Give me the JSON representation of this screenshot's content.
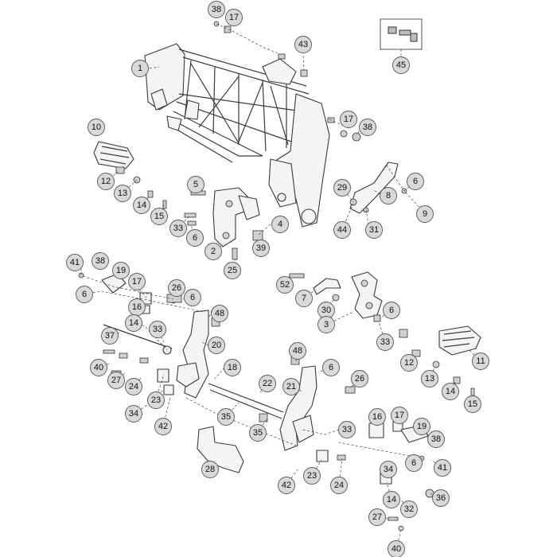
{
  "callouts": [
    {
      "id": "c1",
      "label": "1"
    },
    {
      "id": "c38a",
      "label": "38"
    },
    {
      "id": "c17a",
      "label": "17"
    },
    {
      "id": "c43",
      "label": "43"
    },
    {
      "id": "c45",
      "label": "45"
    },
    {
      "id": "c10a",
      "label": "10"
    },
    {
      "id": "c17b",
      "label": "17"
    },
    {
      "id": "c38b",
      "label": "38"
    },
    {
      "id": "c12a",
      "label": "12"
    },
    {
      "id": "c13a",
      "label": "13"
    },
    {
      "id": "c14a",
      "label": "14"
    },
    {
      "id": "c15a",
      "label": "15"
    },
    {
      "id": "c5",
      "label": "5"
    },
    {
      "id": "c33a",
      "label": "33"
    },
    {
      "id": "c6a",
      "label": "6"
    },
    {
      "id": "c4",
      "label": "4"
    },
    {
      "id": "c2",
      "label": "2"
    },
    {
      "id": "c39",
      "label": "39"
    },
    {
      "id": "c25",
      "label": "25"
    },
    {
      "id": "c29",
      "label": "29"
    },
    {
      "id": "c6b",
      "label": "6"
    },
    {
      "id": "c8",
      "label": "8"
    },
    {
      "id": "c9",
      "label": "9"
    },
    {
      "id": "c44",
      "label": "44"
    },
    {
      "id": "c31",
      "label": "31"
    },
    {
      "id": "c41a",
      "label": "41"
    },
    {
      "id": "c38c",
      "label": "38"
    },
    {
      "id": "c19a",
      "label": "19"
    },
    {
      "id": "c17c",
      "label": "17"
    },
    {
      "id": "c6c",
      "label": "6"
    },
    {
      "id": "c16a",
      "label": "16"
    },
    {
      "id": "c26a",
      "label": "26"
    },
    {
      "id": "c6d",
      "label": "6"
    },
    {
      "id": "c48a",
      "label": "48"
    },
    {
      "id": "c14b",
      "label": "14"
    },
    {
      "id": "c33b",
      "label": "33"
    },
    {
      "id": "c37",
      "label": "37"
    },
    {
      "id": "c20",
      "label": "20"
    },
    {
      "id": "c40a",
      "label": "40"
    },
    {
      "id": "c27a",
      "label": "27"
    },
    {
      "id": "c24a",
      "label": "24"
    },
    {
      "id": "c18",
      "label": "18"
    },
    {
      "id": "c23a",
      "label": "23"
    },
    {
      "id": "c34a",
      "label": "34"
    },
    {
      "id": "c42a",
      "label": "42"
    },
    {
      "id": "c35a",
      "label": "35"
    },
    {
      "id": "c35b",
      "label": "35"
    },
    {
      "id": "c28",
      "label": "28"
    },
    {
      "id": "c52",
      "label": "52"
    },
    {
      "id": "c7",
      "label": "7"
    },
    {
      "id": "c30",
      "label": "30"
    },
    {
      "id": "c3",
      "label": "3"
    },
    {
      "id": "c6e",
      "label": "6"
    },
    {
      "id": "c33c",
      "label": "33"
    },
    {
      "id": "c11",
      "label": "11"
    },
    {
      "id": "c48b",
      "label": "48"
    },
    {
      "id": "c6f",
      "label": "6"
    },
    {
      "id": "c26b",
      "label": "26"
    },
    {
      "id": "c22",
      "label": "22"
    },
    {
      "id": "c21",
      "label": "21"
    },
    {
      "id": "c12b",
      "label": "12"
    },
    {
      "id": "c13b",
      "label": "13"
    },
    {
      "id": "c14c",
      "label": "14"
    },
    {
      "id": "c15b",
      "label": "15"
    },
    {
      "id": "c33d",
      "label": "33"
    },
    {
      "id": "c16b",
      "label": "16"
    },
    {
      "id": "c17d",
      "label": "17"
    },
    {
      "id": "c19b",
      "label": "19"
    },
    {
      "id": "c38d",
      "label": "38"
    },
    {
      "id": "c6g",
      "label": "6"
    },
    {
      "id": "c41b",
      "label": "41"
    },
    {
      "id": "c42b",
      "label": "42"
    },
    {
      "id": "c23b",
      "label": "23"
    },
    {
      "id": "c24b",
      "label": "24"
    },
    {
      "id": "c34b",
      "label": "34"
    },
    {
      "id": "c14d",
      "label": "14"
    },
    {
      "id": "c32",
      "label": "32"
    },
    {
      "id": "c36",
      "label": "36"
    },
    {
      "id": "c27b",
      "label": "27"
    },
    {
      "id": "c40b",
      "label": "40"
    }
  ]
}
